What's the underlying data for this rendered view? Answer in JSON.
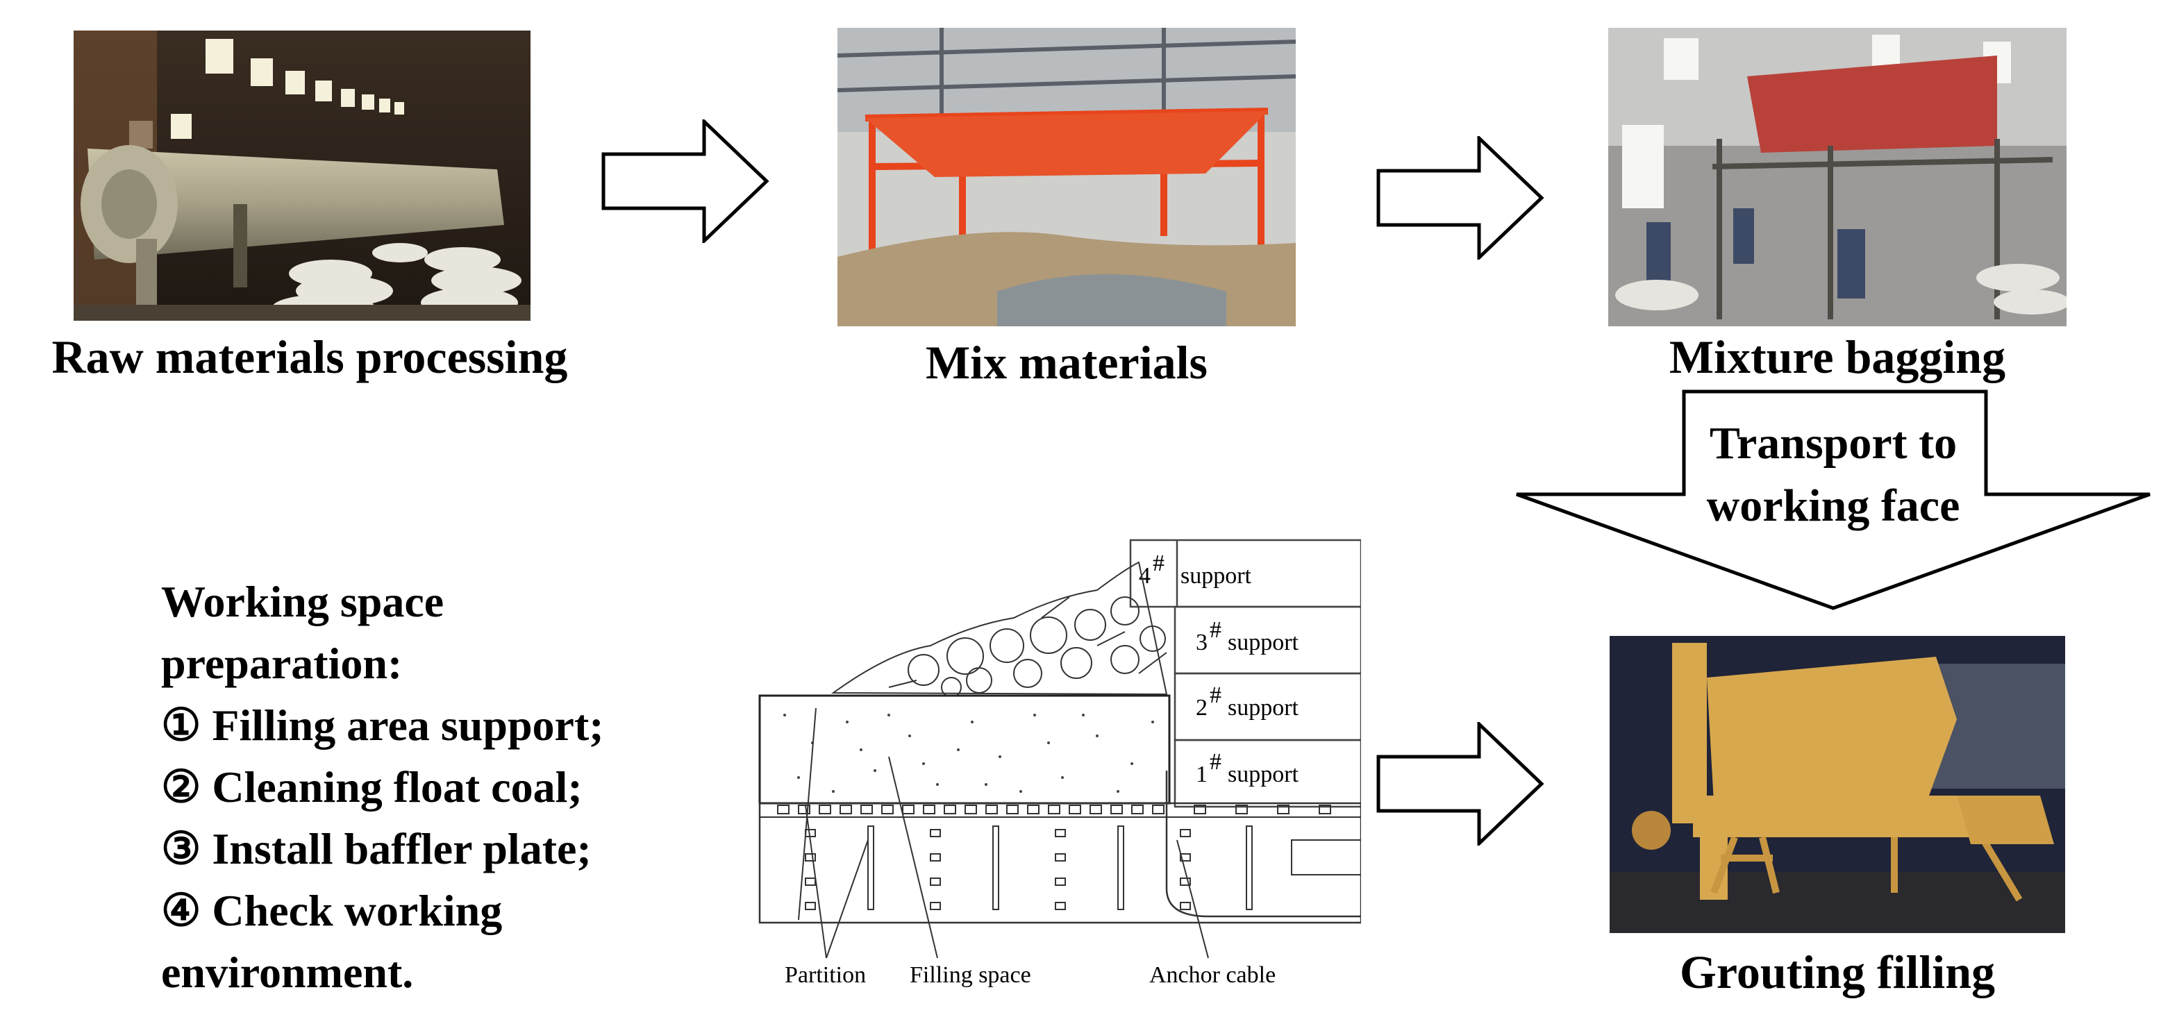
{
  "steps": {
    "raw_materials": "Raw materials processing",
    "mix_materials": "Mix materials",
    "mixture_bagging": "Mixture bagging",
    "transport": [
      "Transport to",
      "working face"
    ],
    "grouting": "Grouting filling"
  },
  "preparation": {
    "lines": [
      "Working space",
      "preparation:",
      "① Filling area support;",
      "② Cleaning float coal;",
      "③ Install baffler plate;",
      "④ Check working",
      "environment."
    ]
  },
  "diagram": {
    "supports": [
      {
        "num": "4",
        "sup": "#",
        "label": "support"
      },
      {
        "num": "3",
        "sup": "#",
        "label": "support"
      },
      {
        "num": "2",
        "sup": "#",
        "label": "support"
      },
      {
        "num": "1",
        "sup": "#",
        "label": "support"
      }
    ],
    "labels": {
      "partition": "Partition",
      "filling_space": "Filling space",
      "anchor_cable": "Anchor cable"
    }
  }
}
